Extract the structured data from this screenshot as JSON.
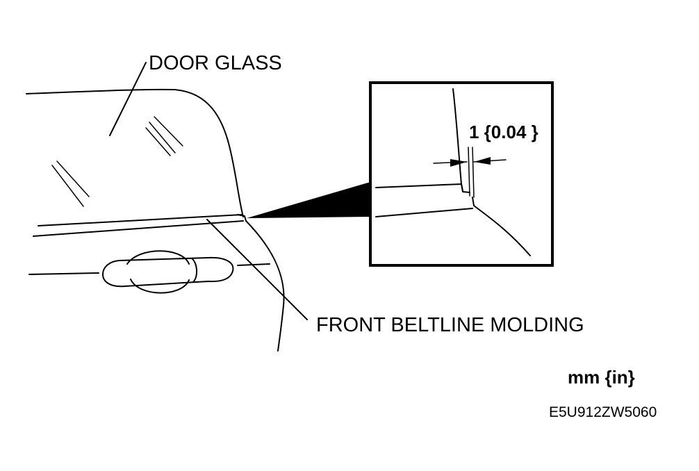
{
  "labels": {
    "door_glass": "DOOR GLASS",
    "front_beltline_molding": "FRONT BELTLINE MOLDING",
    "dimension": "1 {0.04 }",
    "units": "mm {in}",
    "figure_code": "E5U912ZW5060"
  },
  "colors": {
    "line": "#000000",
    "background": "#ffffff"
  },
  "icons": {
    "dimension_arrows": "arrow-pair-icon",
    "callout_pointer": "triangle-wedge-icon"
  }
}
